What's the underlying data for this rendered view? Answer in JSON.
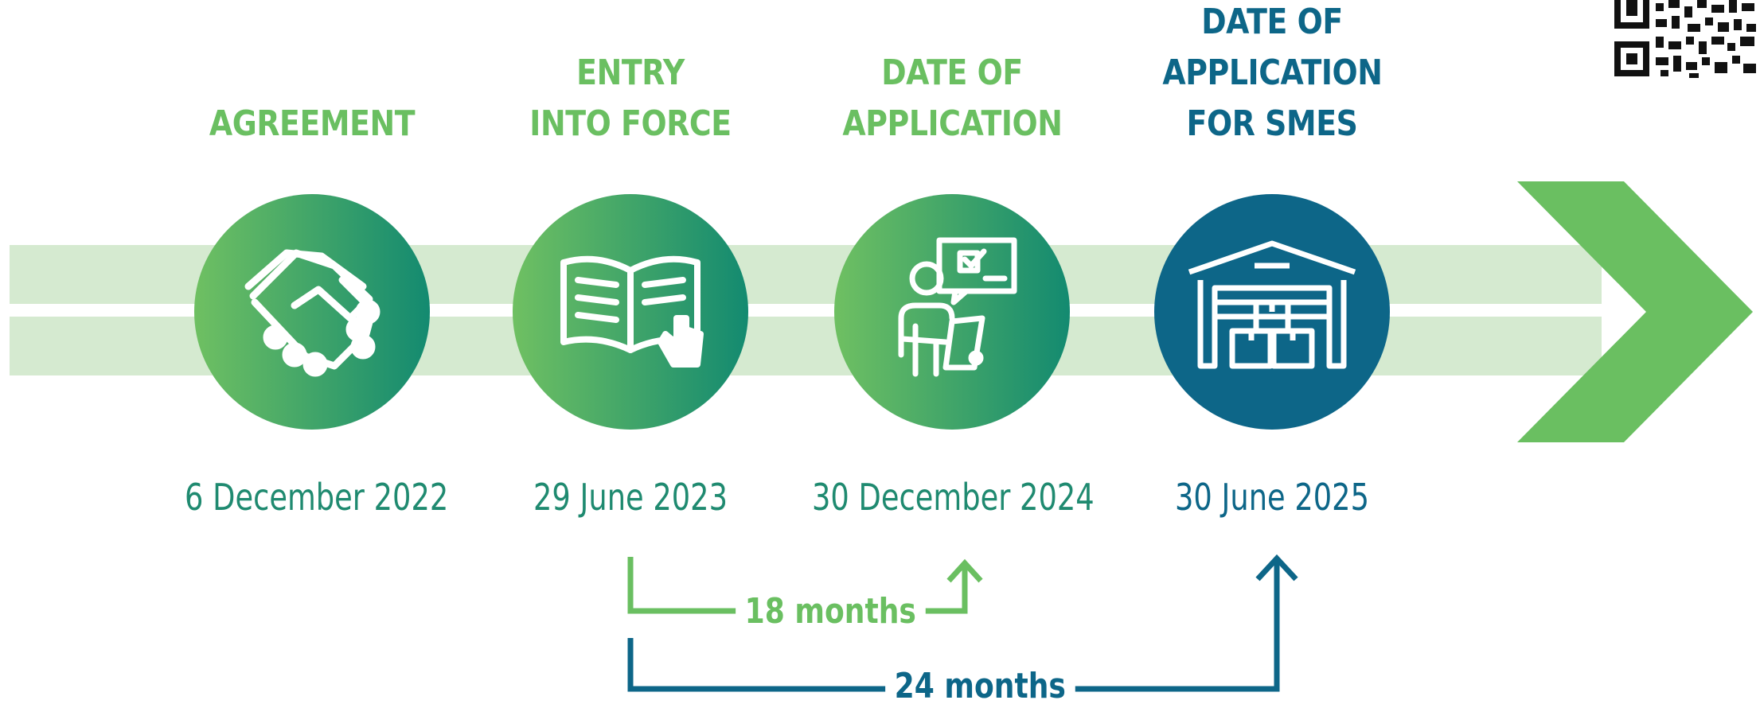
{
  "milestones": [
    {
      "title_lines": [
        "AGREEMENT"
      ],
      "date": "6 December 2022",
      "icon": "handshake-icon"
    },
    {
      "title_lines": [
        "ENTRY",
        "INTO FORCE"
      ],
      "date": "29 June 2023",
      "icon": "open-book-icon"
    },
    {
      "title_lines": [
        "DATE OF",
        "APPLICATION"
      ],
      "date": "30 December 2024",
      "icon": "presenter-checklist-icon"
    },
    {
      "title_lines": [
        "DATE OF",
        "APPLICATION",
        "FOR SMES"
      ],
      "date": "30 June 2025",
      "icon": "warehouse-icon"
    }
  ],
  "periods": {
    "short": "18 months",
    "long": "24 months"
  },
  "colors": {
    "green": "#6abf61",
    "green_light": "#d5ead0",
    "teal": "#1f8a70",
    "blue": "#0d6688"
  },
  "qr": {
    "icon": "qr-code-icon"
  }
}
